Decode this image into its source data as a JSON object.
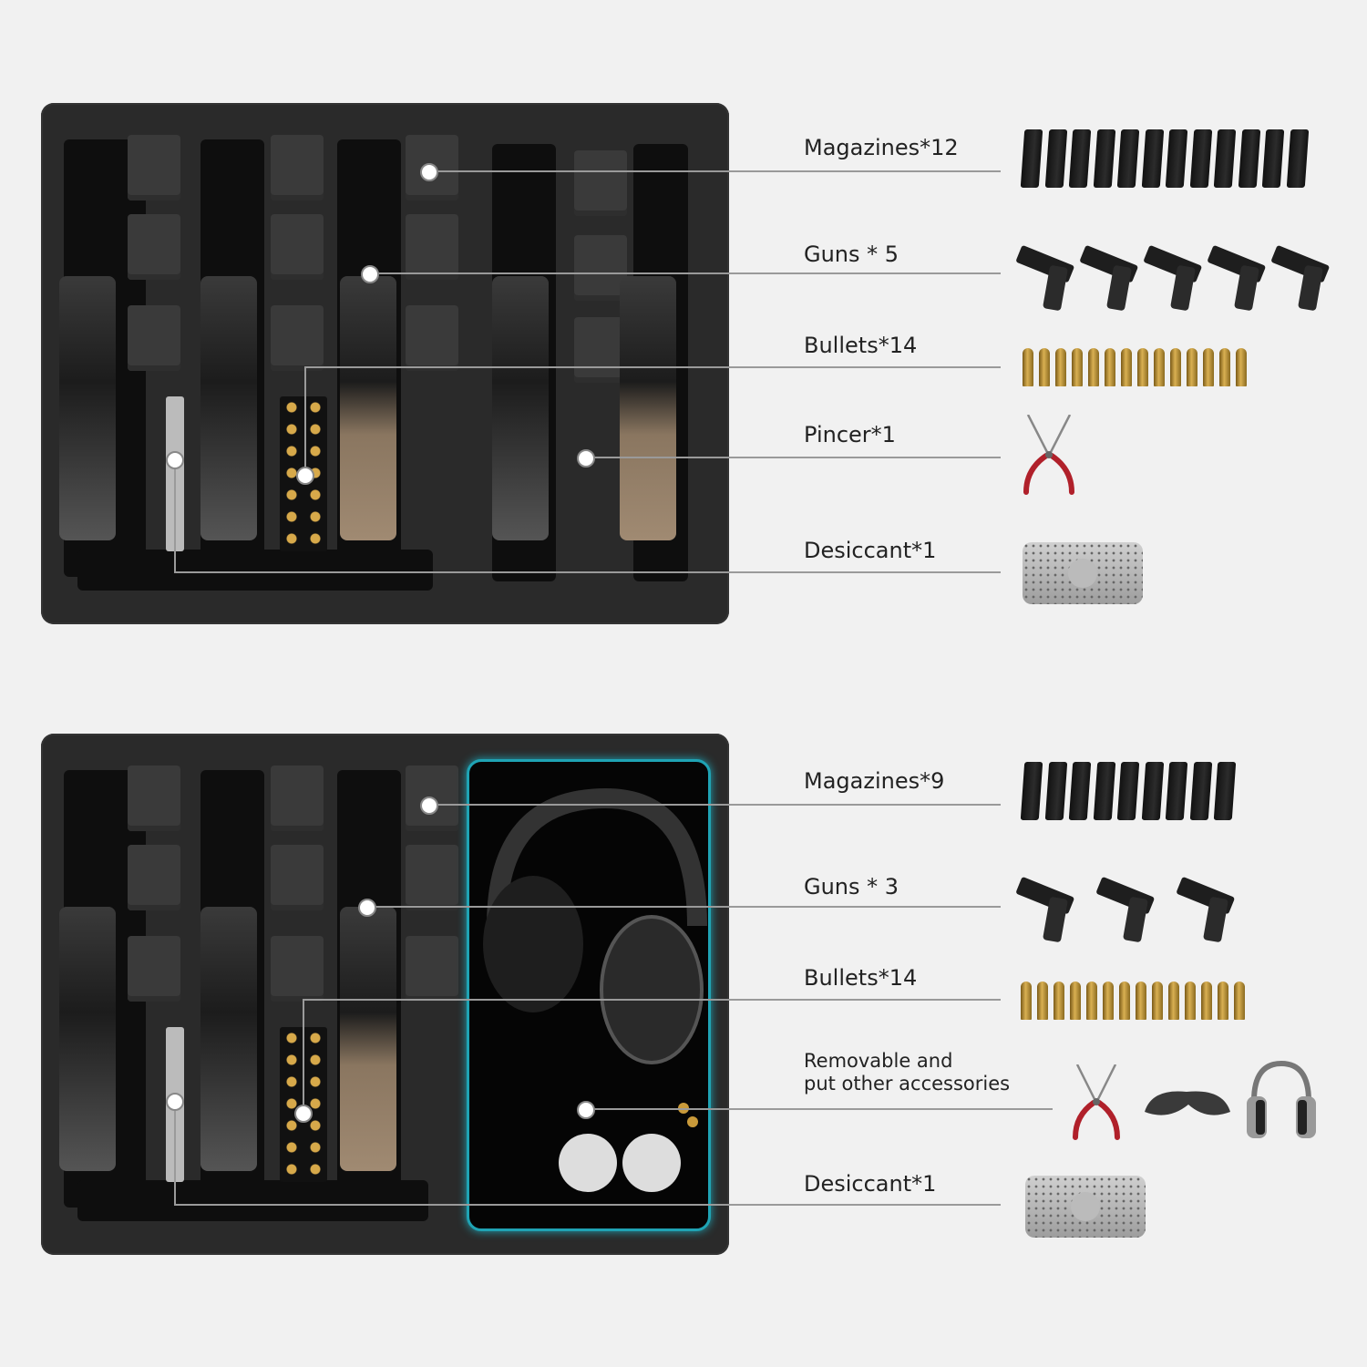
{
  "top_case": {
    "labels": {
      "magazines": "Magazines*12",
      "guns": "Guns * 5",
      "bullets": "Bullets*14",
      "pincer": "Pincer*1",
      "desiccant": "Desiccant*1"
    },
    "counts": {
      "magazines": 12,
      "guns": 5,
      "bullets": 14
    }
  },
  "bottom_case": {
    "labels": {
      "magazines": "Magazines*9",
      "guns": "Guns * 3",
      "bullets": "Bullets*14",
      "accessories_line1": "Removable and",
      "accessories_line2": "put other accessories",
      "desiccant": "Desiccant*1"
    },
    "counts": {
      "magazines": 9,
      "guns": 3,
      "bullets": 14
    }
  },
  "colors": {
    "background": "#f1f1f1",
    "foam": "#2a2a2a",
    "highlight": "#1fa3b4",
    "brass": "#d9b052"
  }
}
